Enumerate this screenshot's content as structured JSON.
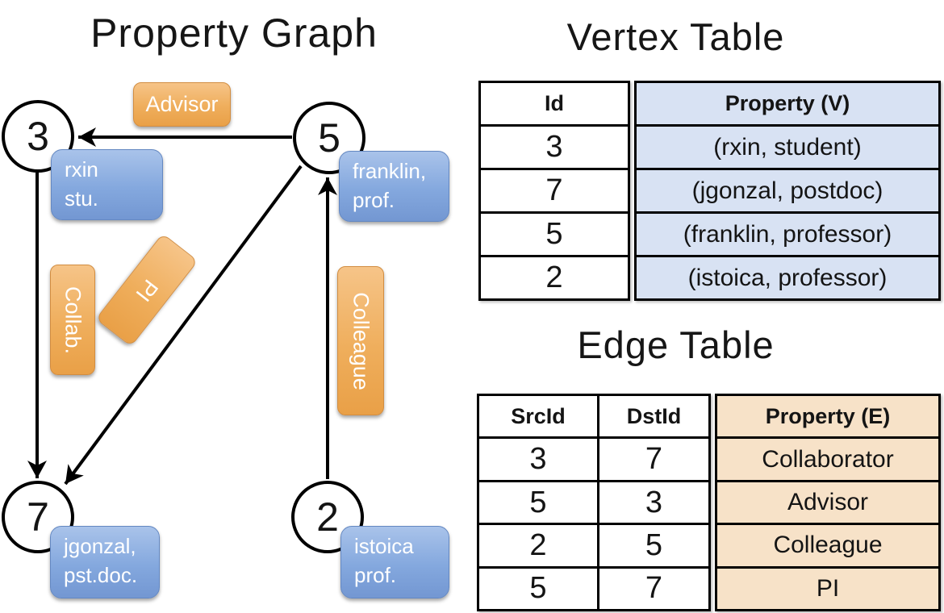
{
  "graph": {
    "title": "Property Graph",
    "nodes": {
      "n3": "3",
      "n5": "5",
      "n7": "7",
      "n2": "2"
    },
    "edge_labels": {
      "advisor": "Advisor",
      "collab": "Collab.",
      "pi": "PI",
      "colleague": "Colleague"
    },
    "property_boxes": {
      "rxin": {
        "line1": "rxin",
        "line2": "stu."
      },
      "franklin": {
        "line1": "franklin,",
        "line2": "prof."
      },
      "jgonzal": {
        "line1": "jgonzal,",
        "line2": "pst.doc."
      },
      "istoica": {
        "line1": "istoica",
        "line2": "prof."
      }
    }
  },
  "vertex_table": {
    "title": "Vertex Table",
    "columns": {
      "id": "Id",
      "property": "Property (V)"
    },
    "rows": [
      [
        "3",
        "(rxin, student)"
      ],
      [
        "7",
        "(jgonzal, postdoc)"
      ],
      [
        "5",
        "(franklin, professor)"
      ],
      [
        "2",
        "(istoica, professor)"
      ]
    ]
  },
  "edge_table": {
    "title": "Edge Table",
    "columns": {
      "src": "SrcId",
      "dst": "DstId",
      "property": "Property (E)"
    },
    "rows": [
      [
        "3",
        "7",
        "Collaborator"
      ],
      [
        "5",
        "3",
        "Advisor"
      ],
      [
        "2",
        "5",
        "Colleague"
      ],
      [
        "5",
        "7",
        "PI"
      ]
    ]
  },
  "colors": {
    "edge_label_orange": "#efae5c",
    "property_box_blue": "#84a8de",
    "vertex_cell_blue": "#d8e2f3",
    "edge_cell_orange": "#f7e2c8",
    "line_black": "#000000"
  }
}
